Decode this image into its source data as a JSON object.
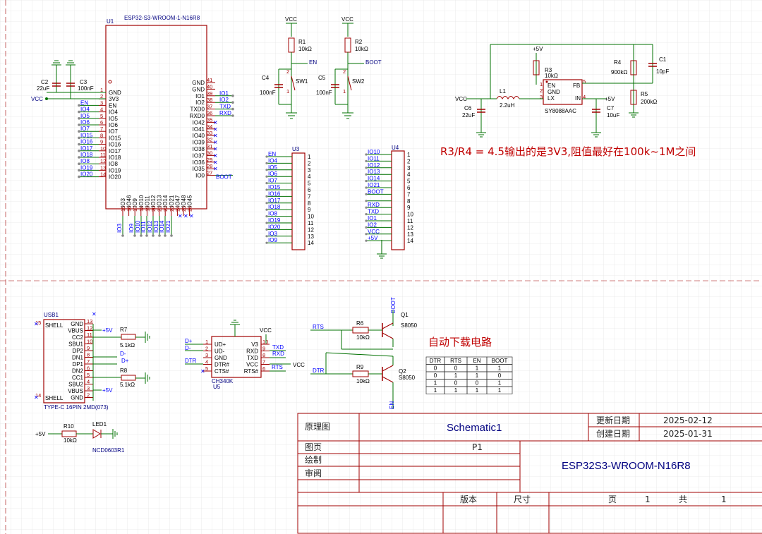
{
  "colors": {
    "wire": "#007000",
    "part": "#a00000",
    "net": "#000080",
    "note": "#c00000",
    "grid": "#e6e6e6",
    "title": "#a00000"
  },
  "u1": {
    "ref": "U1",
    "part": "ESP32-S3-WROOM-1-N16R8",
    "left_pins": [
      [
        "1",
        "GND"
      ],
      [
        "2",
        "3V3"
      ],
      [
        "3",
        "EN"
      ],
      [
        "4",
        "IO4"
      ],
      [
        "5",
        "IO5"
      ],
      [
        "6",
        "IO6"
      ],
      [
        "7",
        "IO7"
      ],
      [
        "8",
        "IO15"
      ],
      [
        "9",
        "IO16"
      ],
      [
        "10",
        "IO17"
      ],
      [
        "11",
        "IO18"
      ],
      [
        "12",
        "IO8"
      ],
      [
        "13",
        "IO19"
      ],
      [
        "14",
        "IO20"
      ]
    ],
    "right_pins": [
      [
        "41",
        "GND"
      ],
      [
        "40",
        "GND"
      ],
      [
        "39",
        "IO1"
      ],
      [
        "38",
        "IO2"
      ],
      [
        "37",
        "TXD0"
      ],
      [
        "36",
        "RXD0"
      ],
      [
        "35",
        "IO42"
      ],
      [
        "34",
        "IO41"
      ],
      [
        "33",
        "IO40"
      ],
      [
        "32",
        "IO39"
      ],
      [
        "31",
        "IO38"
      ],
      [
        "30",
        "IO37"
      ],
      [
        "29",
        "IO36"
      ],
      [
        "28",
        "IO35"
      ],
      [
        "27",
        "IO0"
      ]
    ],
    "bottom_pins": [
      [
        "15",
        "IO3"
      ],
      [
        "16",
        "IO46"
      ],
      [
        "17",
        "IO9"
      ],
      [
        "18",
        "IO10"
      ],
      [
        "19",
        "IO11"
      ],
      [
        "20",
        "IO12"
      ],
      [
        "21",
        "IO13"
      ],
      [
        "22",
        "IO14"
      ],
      [
        "23",
        "IO21"
      ],
      [
        "24",
        "IO47"
      ],
      [
        "25",
        "IO48"
      ],
      [
        "26",
        "IO45"
      ]
    ],
    "left_nets": [
      "EN",
      "IO4",
      "IO5",
      "IO6",
      "IO7",
      "IO15",
      "IO16",
      "IO17",
      "IO18",
      "IO8",
      "IO19",
      "IO20"
    ],
    "right_nets": [
      "IO1",
      "IO2",
      "TXD",
      "RXD"
    ],
    "right_boot": "BOOT",
    "bottom_nets": [
      "IO3",
      "IO9",
      "IO10",
      "IO11",
      "IO12",
      "IO13",
      "IO14",
      "IO21"
    ]
  },
  "caps_left": {
    "c2": "C2",
    "c2v": "22uF",
    "c3": "C3",
    "c3v": "100nF",
    "vcc": "VCC"
  },
  "switches": {
    "vcc1": "VCC",
    "r1": "R1",
    "r1v": "10kΩ",
    "en": "EN",
    "c4": "C4",
    "c4v": "100nF",
    "sw1": "SW1",
    "p1": "1",
    "p2": "2",
    "vcc2": "VCC",
    "r2": "R2",
    "r2v": "10kΩ",
    "boot": "BOOT",
    "c5": "C5",
    "c5v": "100nF",
    "sw2": "SW2"
  },
  "u3": {
    "ref": "U3",
    "nets": [
      "EN",
      "IO4",
      "IO5",
      "IO6",
      "IO7",
      "IO15",
      "IO16",
      "IO17",
      "IO18",
      "IO8",
      "IO19",
      "IO20",
      "IO3",
      "IO9"
    ],
    "pins": [
      "1",
      "2",
      "3",
      "4",
      "5",
      "6",
      "7",
      "8",
      "9",
      "10",
      "11",
      "12",
      "13",
      "14"
    ]
  },
  "u4": {
    "ref": "U4",
    "nets": [
      "IO10",
      "IO11",
      "IO12",
      "IO13",
      "IO14",
      "IO21",
      "BOOT",
      "",
      "RXD",
      "TXD",
      "IO1",
      "IO2",
      "VCC",
      "+5V"
    ],
    "pins": [
      "1",
      "2",
      "3",
      "4",
      "5",
      "6",
      "7",
      "8",
      "9",
      "10",
      "11",
      "12",
      "13",
      "14"
    ]
  },
  "power": {
    "p5v": "+5V",
    "r3": "R3",
    "r3v": "10kΩ",
    "r4": "R4",
    "r4v": "900kΩ",
    "c1": "C1",
    "c1v": "10pF",
    "vcc": "VCC",
    "l1": "L1",
    "l1v": "2.2uH",
    "c6": "C6",
    "c6v": "22uF",
    "ic": "SY8088AAC",
    "p_en": "EN",
    "p_gnd": "GND",
    "p_lx": "LX",
    "p_fb": "FB",
    "p_in": "IN",
    "n1": "1",
    "n2": "2",
    "n3": "3",
    "n4": "4",
    "n5": "5",
    "c7": "C7",
    "c7v": "10uF",
    "r5": "R5",
    "r5v": "200kΩ",
    "p5v2": "+5V"
  },
  "note": "R3/R4 = 4.5输出的是3V3,阻值最好在100k~1M之间",
  "usb": {
    "ref": "USB1",
    "part": "TYPE-C 16PIN 2MD(073)",
    "left": [
      "SHELL",
      "SHELL"
    ],
    "pins": [
      [
        "13",
        "GND"
      ],
      [
        "12",
        "VBUS"
      ],
      [
        "11",
        "CC2"
      ],
      [
        "10",
        "SBU1"
      ],
      [
        "9",
        "DP2"
      ],
      [
        "8",
        "DN1"
      ],
      [
        "7",
        "DP1"
      ],
      [
        "6",
        "DN2"
      ],
      [
        "5",
        "CC1"
      ],
      [
        "4",
        "SBU2"
      ],
      [
        "3",
        "VBUS"
      ],
      [
        "2",
        "GND"
      ]
    ],
    "shell_pins": [
      "15",
      "14"
    ],
    "p5v": "+5V",
    "r7": "R7",
    "r7v": "5.1kΩ",
    "r8": "R8",
    "r8v": "5.1kΩ",
    "dm": "D-",
    "dp": "D+",
    "p5v2": "+5V"
  },
  "ch340": {
    "ref": "U5",
    "part": "CH340K",
    "left": [
      [
        "1",
        "UD+"
      ],
      [
        "2",
        "UD-"
      ],
      [
        "3",
        "GND"
      ],
      [
        "4",
        "DTR#"
      ],
      [
        "5",
        "CTS#"
      ]
    ],
    "right": [
      [
        "10",
        "V3"
      ],
      [
        "9",
        "RXD"
      ],
      [
        "8",
        "TXD"
      ],
      [
        "7",
        "VCC"
      ],
      [
        "6",
        "RTS#"
      ]
    ],
    "vcc": "VCC",
    "dp": "D+",
    "dm": "D-",
    "dtr": "DTR",
    "txd": "TXD",
    "rxd": "RXD",
    "vcc2": "VCC",
    "rts": "RTS"
  },
  "led": {
    "p5v": "+5V",
    "r10": "R10",
    "r10v": "10kΩ",
    "ref": "LED1",
    "part": "NCD0603R1"
  },
  "autodl": {
    "title": "自动下载电路",
    "boot": "BOOT",
    "q1": "Q1",
    "q1p": "S8050",
    "q2": "Q2",
    "q2p": "S8050",
    "rts": "RTS",
    "dtr": "DTR",
    "r6": "R6",
    "r6v": "10kΩ",
    "r9": "R9",
    "r9v": "10kΩ",
    "en": "EN",
    "table_head": [
      "DTR",
      "RTS",
      "EN",
      "BOOT"
    ],
    "table_rows": [
      [
        "0",
        "0",
        "1",
        "1"
      ],
      [
        "0",
        "1",
        "1",
        "0"
      ],
      [
        "1",
        "0",
        "0",
        "1"
      ],
      [
        "1",
        "1",
        "1",
        "1"
      ]
    ]
  },
  "titleblock": {
    "label_schematic": "原理图",
    "name": "Schematic1",
    "updated_label": "更新日期",
    "updated": "2025-02-12",
    "created_label": "创建日期",
    "created": "2025-01-31",
    "page_label": "图页",
    "page": "P1",
    "drawn_label": "绘制",
    "review_label": "审阅",
    "board": "ESP32S3-WROOM-N16R8",
    "version_label": "版本",
    "size_label": "尺寸",
    "pg_label": "页",
    "pg": "1",
    "total_label": "共",
    "total": "1"
  }
}
